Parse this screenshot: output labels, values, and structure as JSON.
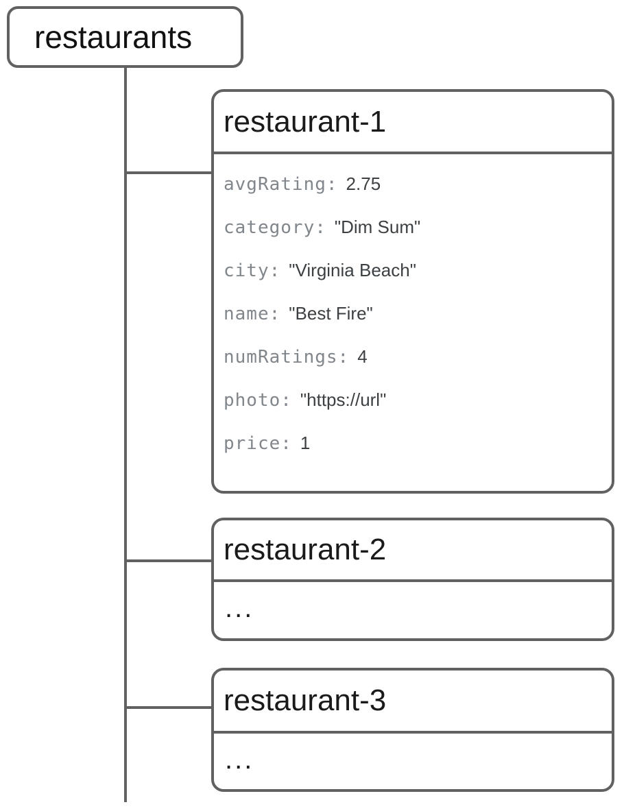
{
  "diagram": {
    "root": {
      "label": "restaurants"
    },
    "documents": [
      {
        "id": "restaurant-1",
        "fields": [
          {
            "key": "avgRating:",
            "value": "2.75"
          },
          {
            "key": "category:",
            "value": "\"Dim Sum\""
          },
          {
            "key": "city:",
            "value": "\"Virginia Beach\""
          },
          {
            "key": "name:",
            "value": "\"Best Fire\""
          },
          {
            "key": "numRatings:",
            "value": "4"
          },
          {
            "key": "photo:",
            "value": "\"https://url\""
          },
          {
            "key": "price:",
            "value": "1"
          }
        ]
      },
      {
        "id": "restaurant-2",
        "body": "..."
      },
      {
        "id": "restaurant-3",
        "body": "..."
      }
    ],
    "colors": {
      "border": "#616161",
      "connector": "#616161",
      "key_text": "#80868b",
      "value_text": "#3c4043",
      "title_text": "#1a1a1a"
    }
  }
}
